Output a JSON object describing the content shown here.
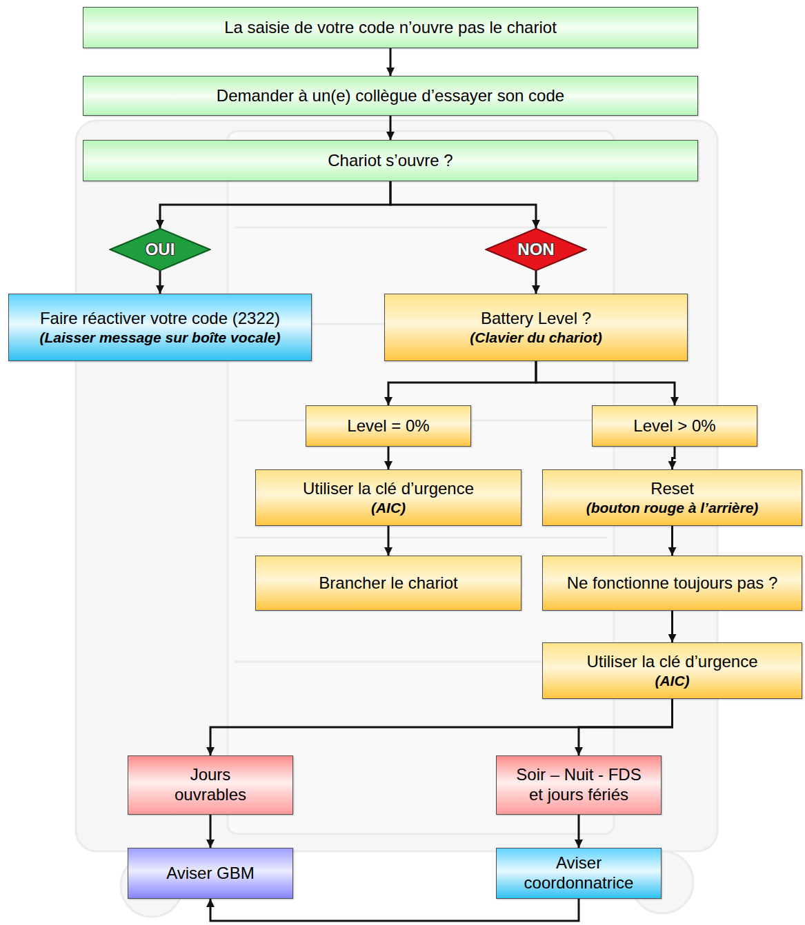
{
  "diagram": {
    "nodes": [
      {
        "text": [
          "La saisie de votre code n’ouvre pas le chariot"
        ]
      },
      {
        "text": [
          "Demander à un(e) collègue d’essayer son code"
        ]
      },
      {
        "text": [
          "Chariot s’ouvre ?"
        ]
      },
      {
        "text": [
          "OUI"
        ]
      },
      {
        "text": [
          "NON"
        ]
      },
      {
        "text": [
          "Faire réactiver votre code (2322)",
          "(Laisser message sur boîte vocale)"
        ]
      },
      {
        "text": [
          "Battery Level ?",
          "(Clavier du chariot)"
        ]
      },
      {
        "text": [
          "Level = 0%"
        ]
      },
      {
        "text": [
          "Level > 0%"
        ]
      },
      {
        "text": [
          "Utiliser la clé d’urgence",
          "(AIC)"
        ]
      },
      {
        "text": [
          "Reset",
          "(bouton rouge à l’arrière)"
        ]
      },
      {
        "text": [
          "Brancher le chariot"
        ]
      },
      {
        "text": [
          "Ne fonctionne toujours pas ?"
        ]
      },
      {
        "text": [
          "Utiliser la clé d’urgence",
          "(AIC)"
        ]
      },
      {
        "text": [
          "Jours ouvrables"
        ]
      },
      {
        "text": [
          "Soir – Nuit - FDS et jours fériés"
        ]
      },
      {
        "text": [
          "Aviser GBM"
        ]
      },
      {
        "text": [
          "Aviser coordonnatrice"
        ]
      }
    ],
    "edges": [
      {
        "from": 0,
        "to": 1,
        "arrow": "to"
      },
      {
        "from": 1,
        "to": 2,
        "arrow": "to"
      },
      {
        "from": 2,
        "to": 3,
        "arrow": "to"
      },
      {
        "from": 2,
        "to": 4,
        "arrow": "to"
      },
      {
        "from": 3,
        "to": 5,
        "arrow": "to"
      },
      {
        "from": 4,
        "to": 6,
        "arrow": "to"
      },
      {
        "from": 6,
        "to": 7,
        "arrow": "to"
      },
      {
        "from": 6,
        "to": 8,
        "arrow": "to"
      },
      {
        "from": 7,
        "to": 9,
        "arrow": "to"
      },
      {
        "from": 8,
        "to": 10,
        "arrow": "to"
      },
      {
        "from": 9,
        "to": 11,
        "arrow": "to"
      },
      {
        "from": 10,
        "to": 12,
        "arrow": "to"
      },
      {
        "from": 12,
        "to": 13,
        "arrow": "to"
      },
      {
        "from": 13,
        "to": 14,
        "arrow": "to"
      },
      {
        "from": 13,
        "to": 15,
        "arrow": "to"
      },
      {
        "from": 14,
        "to": 16,
        "arrow": "to"
      },
      {
        "from": 15,
        "to": 17,
        "arrow": "to"
      },
      {
        "from": 17,
        "to": 16,
        "arrow": "to"
      }
    ]
  }
}
